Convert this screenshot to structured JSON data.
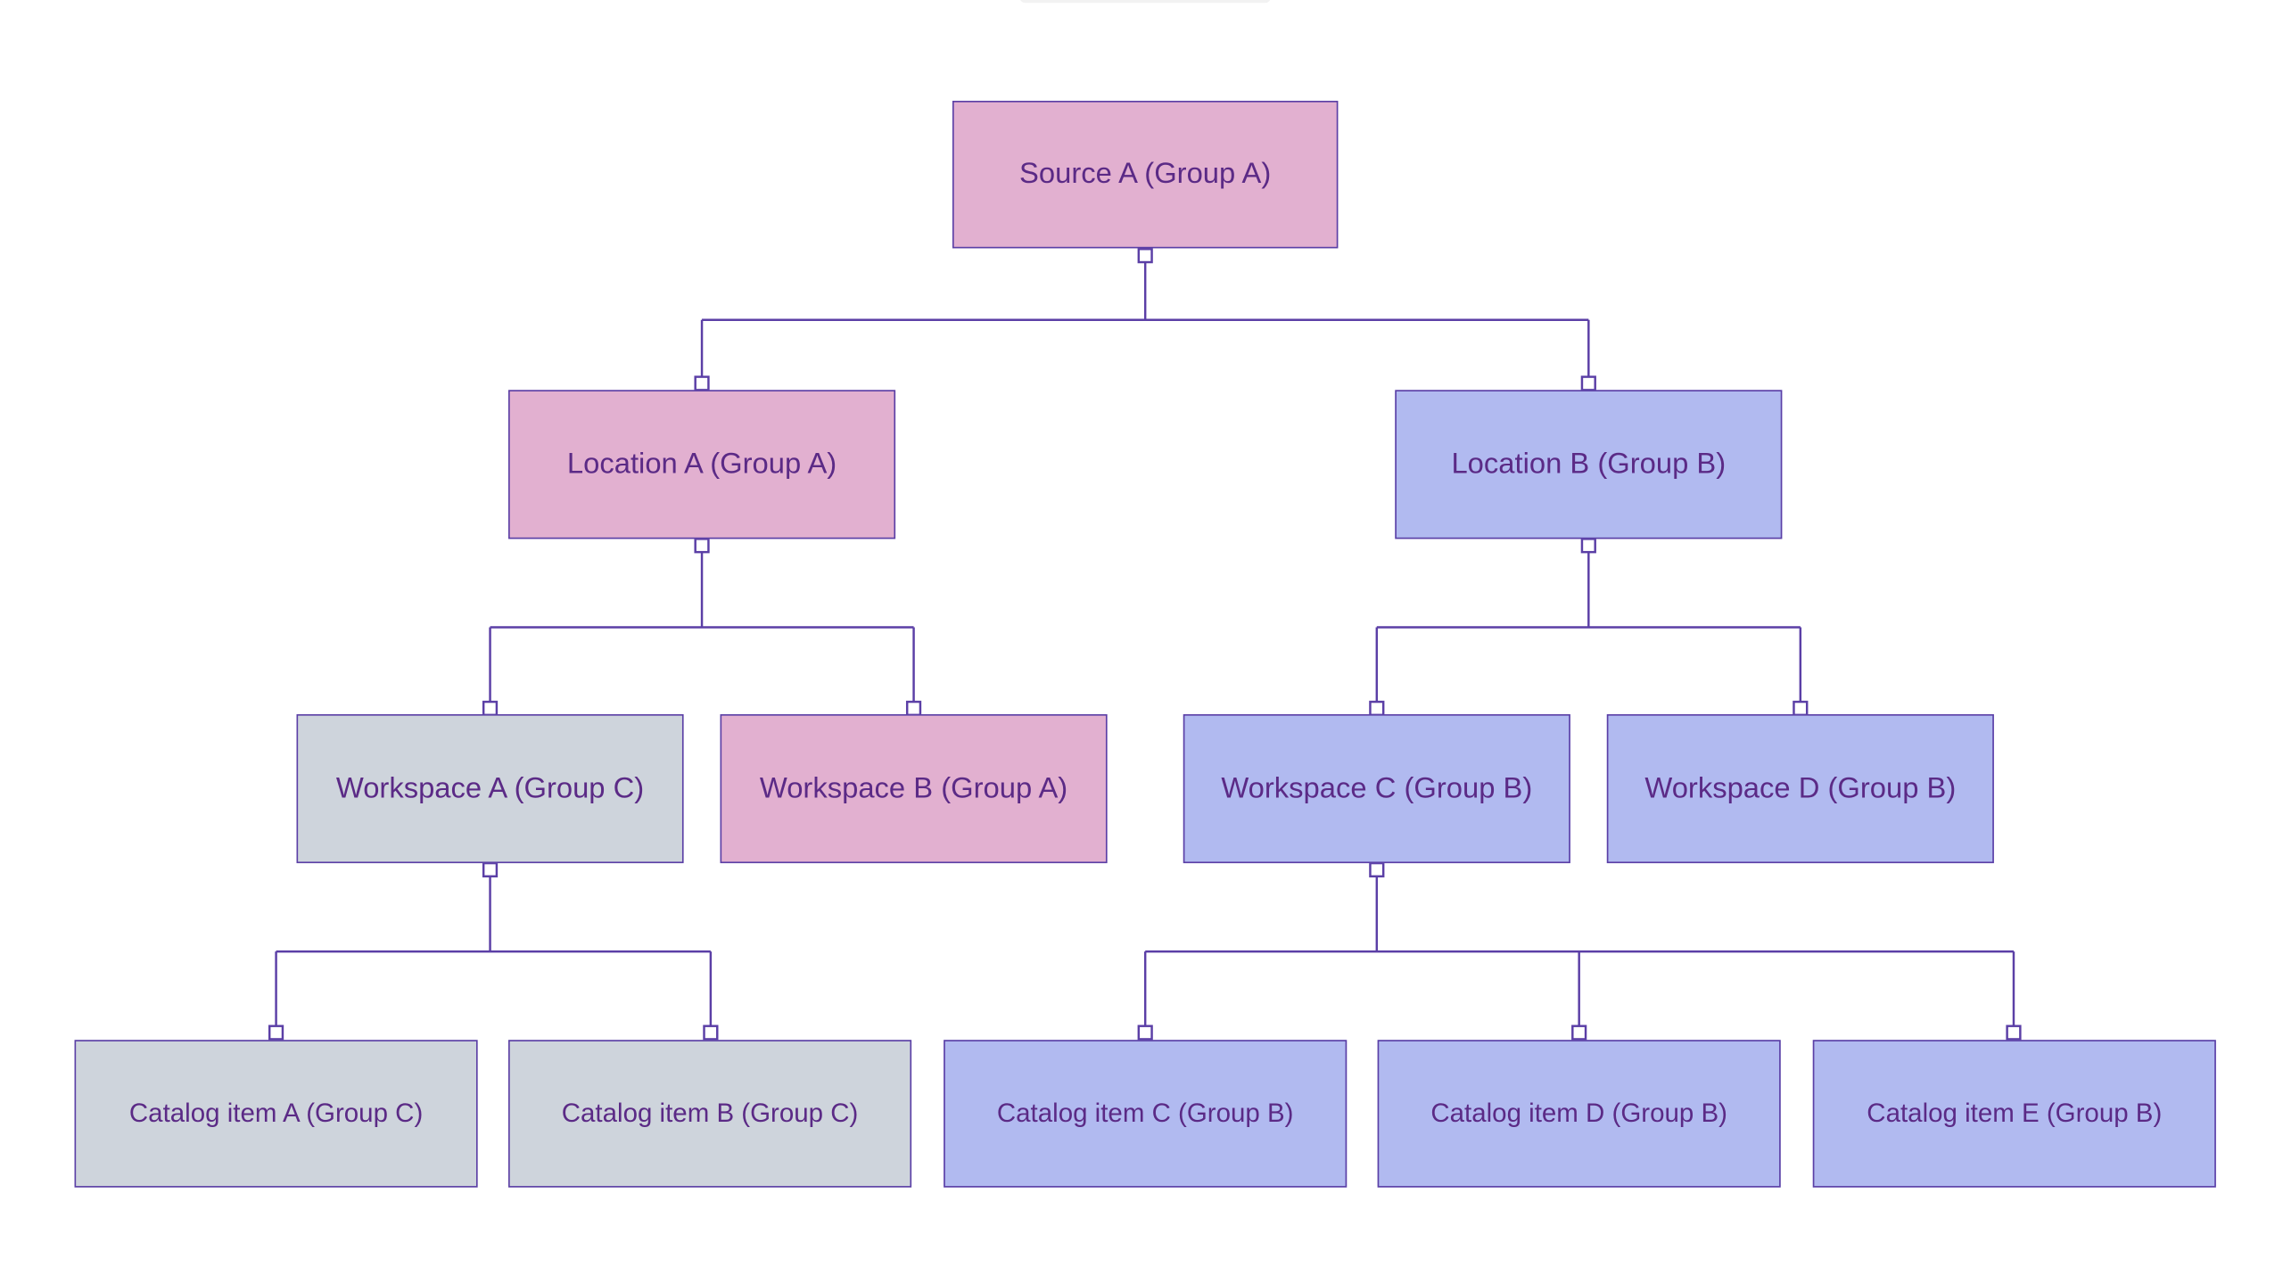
{
  "diagram": {
    "colors": {
      "group_a": "#e2b0d0",
      "group_b": "#b1baf0",
      "group_c": "#ced4dc",
      "border": "#5b3fa6",
      "text": "#5b2a86"
    },
    "nodes": {
      "source_a": {
        "label": "Source A (Group A)",
        "group": "A"
      },
      "location_a": {
        "label": "Location A (Group A)",
        "group": "A",
        "parent": "source_a"
      },
      "location_b": {
        "label": "Location B (Group B)",
        "group": "B",
        "parent": "source_a"
      },
      "workspace_a": {
        "label": "Workspace A (Group C)",
        "group": "C",
        "parent": "location_a"
      },
      "workspace_b": {
        "label": "Workspace B (Group A)",
        "group": "A",
        "parent": "location_a"
      },
      "workspace_c": {
        "label": "Workspace C (Group B)",
        "group": "B",
        "parent": "location_b"
      },
      "workspace_d": {
        "label": "Workspace D (Group B)",
        "group": "B",
        "parent": "location_b"
      },
      "catalog_a": {
        "label": "Catalog item A (Group C)",
        "group": "C",
        "parent": "workspace_a"
      },
      "catalog_b": {
        "label": "Catalog item B (Group C)",
        "group": "C",
        "parent": "workspace_a"
      },
      "catalog_c": {
        "label": "Catalog item C (Group B)",
        "group": "B",
        "parent": "workspace_c"
      },
      "catalog_d": {
        "label": "Catalog item D (Group B)",
        "group": "B",
        "parent": "workspace_c"
      },
      "catalog_e": {
        "label": "Catalog item E (Group B)",
        "group": "B",
        "parent": "workspace_c"
      }
    }
  }
}
